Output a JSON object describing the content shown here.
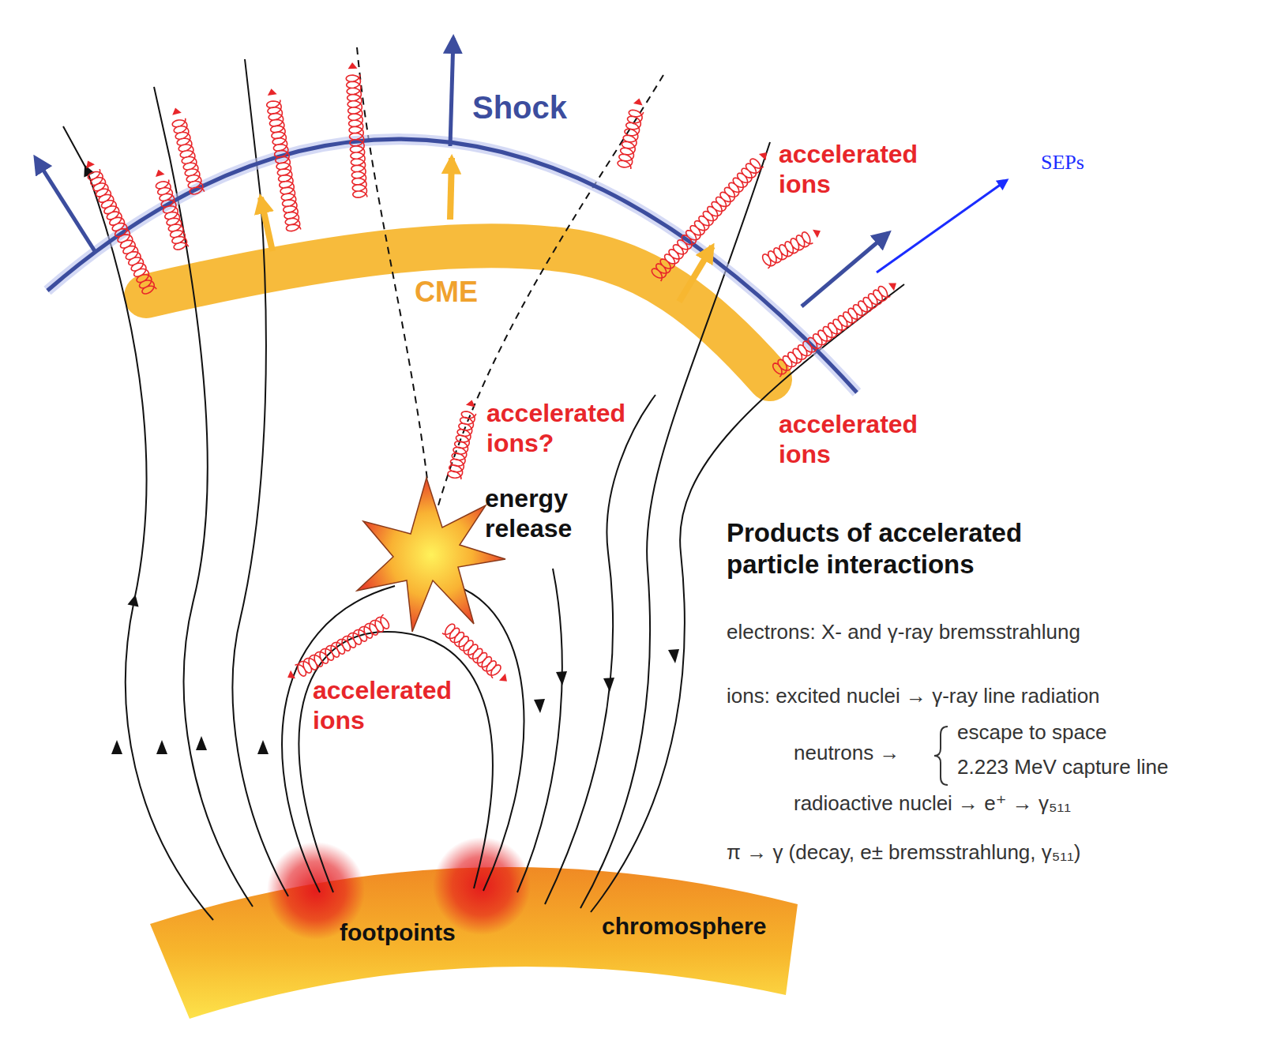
{
  "diagram": {
    "nodes": [
      {
        "text": [
          "CME"
        ]
      },
      {
        "text": [
          "footpoints",
          "chromosphere"
        ]
      }
    ],
    "labels": [
      "Shock",
      "SEPs",
      "accelerated ions",
      "accelerated ions?",
      "energy release",
      "accelerated ions",
      "accelerated ions",
      "Products of accelerated particle interactions",
      "electrons: X- and γ-ray bremsstrahlung",
      "ions: excited nuclei → γ-ray line radiation",
      "neutrons →",
      "escape to space",
      "2.223 MeV capture line",
      "radioactive nuclei → e⁺ → γ₅₁₁",
      "π → γ (decay, e± bremsstrahlung, γ₅₁₁)"
    ]
  }
}
